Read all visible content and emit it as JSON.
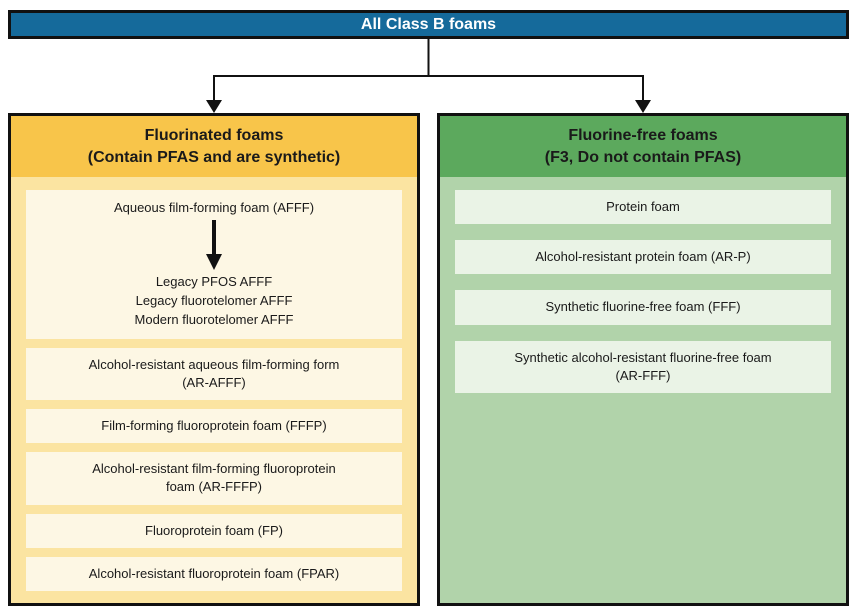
{
  "root": {
    "label": "All Class B foams"
  },
  "fluorinated": {
    "title_line1": "Fluorinated foams",
    "title_line2": "(Contain PFAS and are synthetic)",
    "afff": {
      "label": "Aqueous film-forming foam (AFFF)",
      "variants": [
        "Legacy PFOS AFFF",
        "Legacy fluorotelomer AFFF",
        "Modern fluorotelomer AFFF"
      ]
    },
    "items": [
      "Alcohol-resistant aqueous film-forming form\n(AR-AFFF)",
      "Film-forming fluoroprotein foam (FFFP)",
      "Alcohol-resistant film-forming fluoroprotein\nfoam (AR-FFFP)",
      "Fluoroprotein foam (FP)",
      "Alcohol-resistant fluoroprotein foam (FPAR)"
    ]
  },
  "fluorine_free": {
    "title_line1": "Fluorine-free foams",
    "title_line2": "(F3, Do not contain PFAS)",
    "items": [
      "Protein foam",
      "Alcohol-resistant protein foam (AR-P)",
      "Synthetic fluorine-free foam (FFF)",
      "Synthetic alcohol-resistant fluorine-free foam\n(AR-FFF)"
    ]
  },
  "colors": {
    "root_fill": "#156A9B",
    "root_text": "#ffffff",
    "border": "#111111",
    "connector": "#111111",
    "fluorinated_header": "#F8C54A",
    "fluorinated_body": "#FBE4A1",
    "fluorinated_item": "#FDF7E4",
    "fluorine_free_header": "#5CA95D",
    "fluorine_free_body": "#B1D3AA",
    "fluorine_free_item": "#EAF3E6",
    "text": "#1a1a1a"
  }
}
